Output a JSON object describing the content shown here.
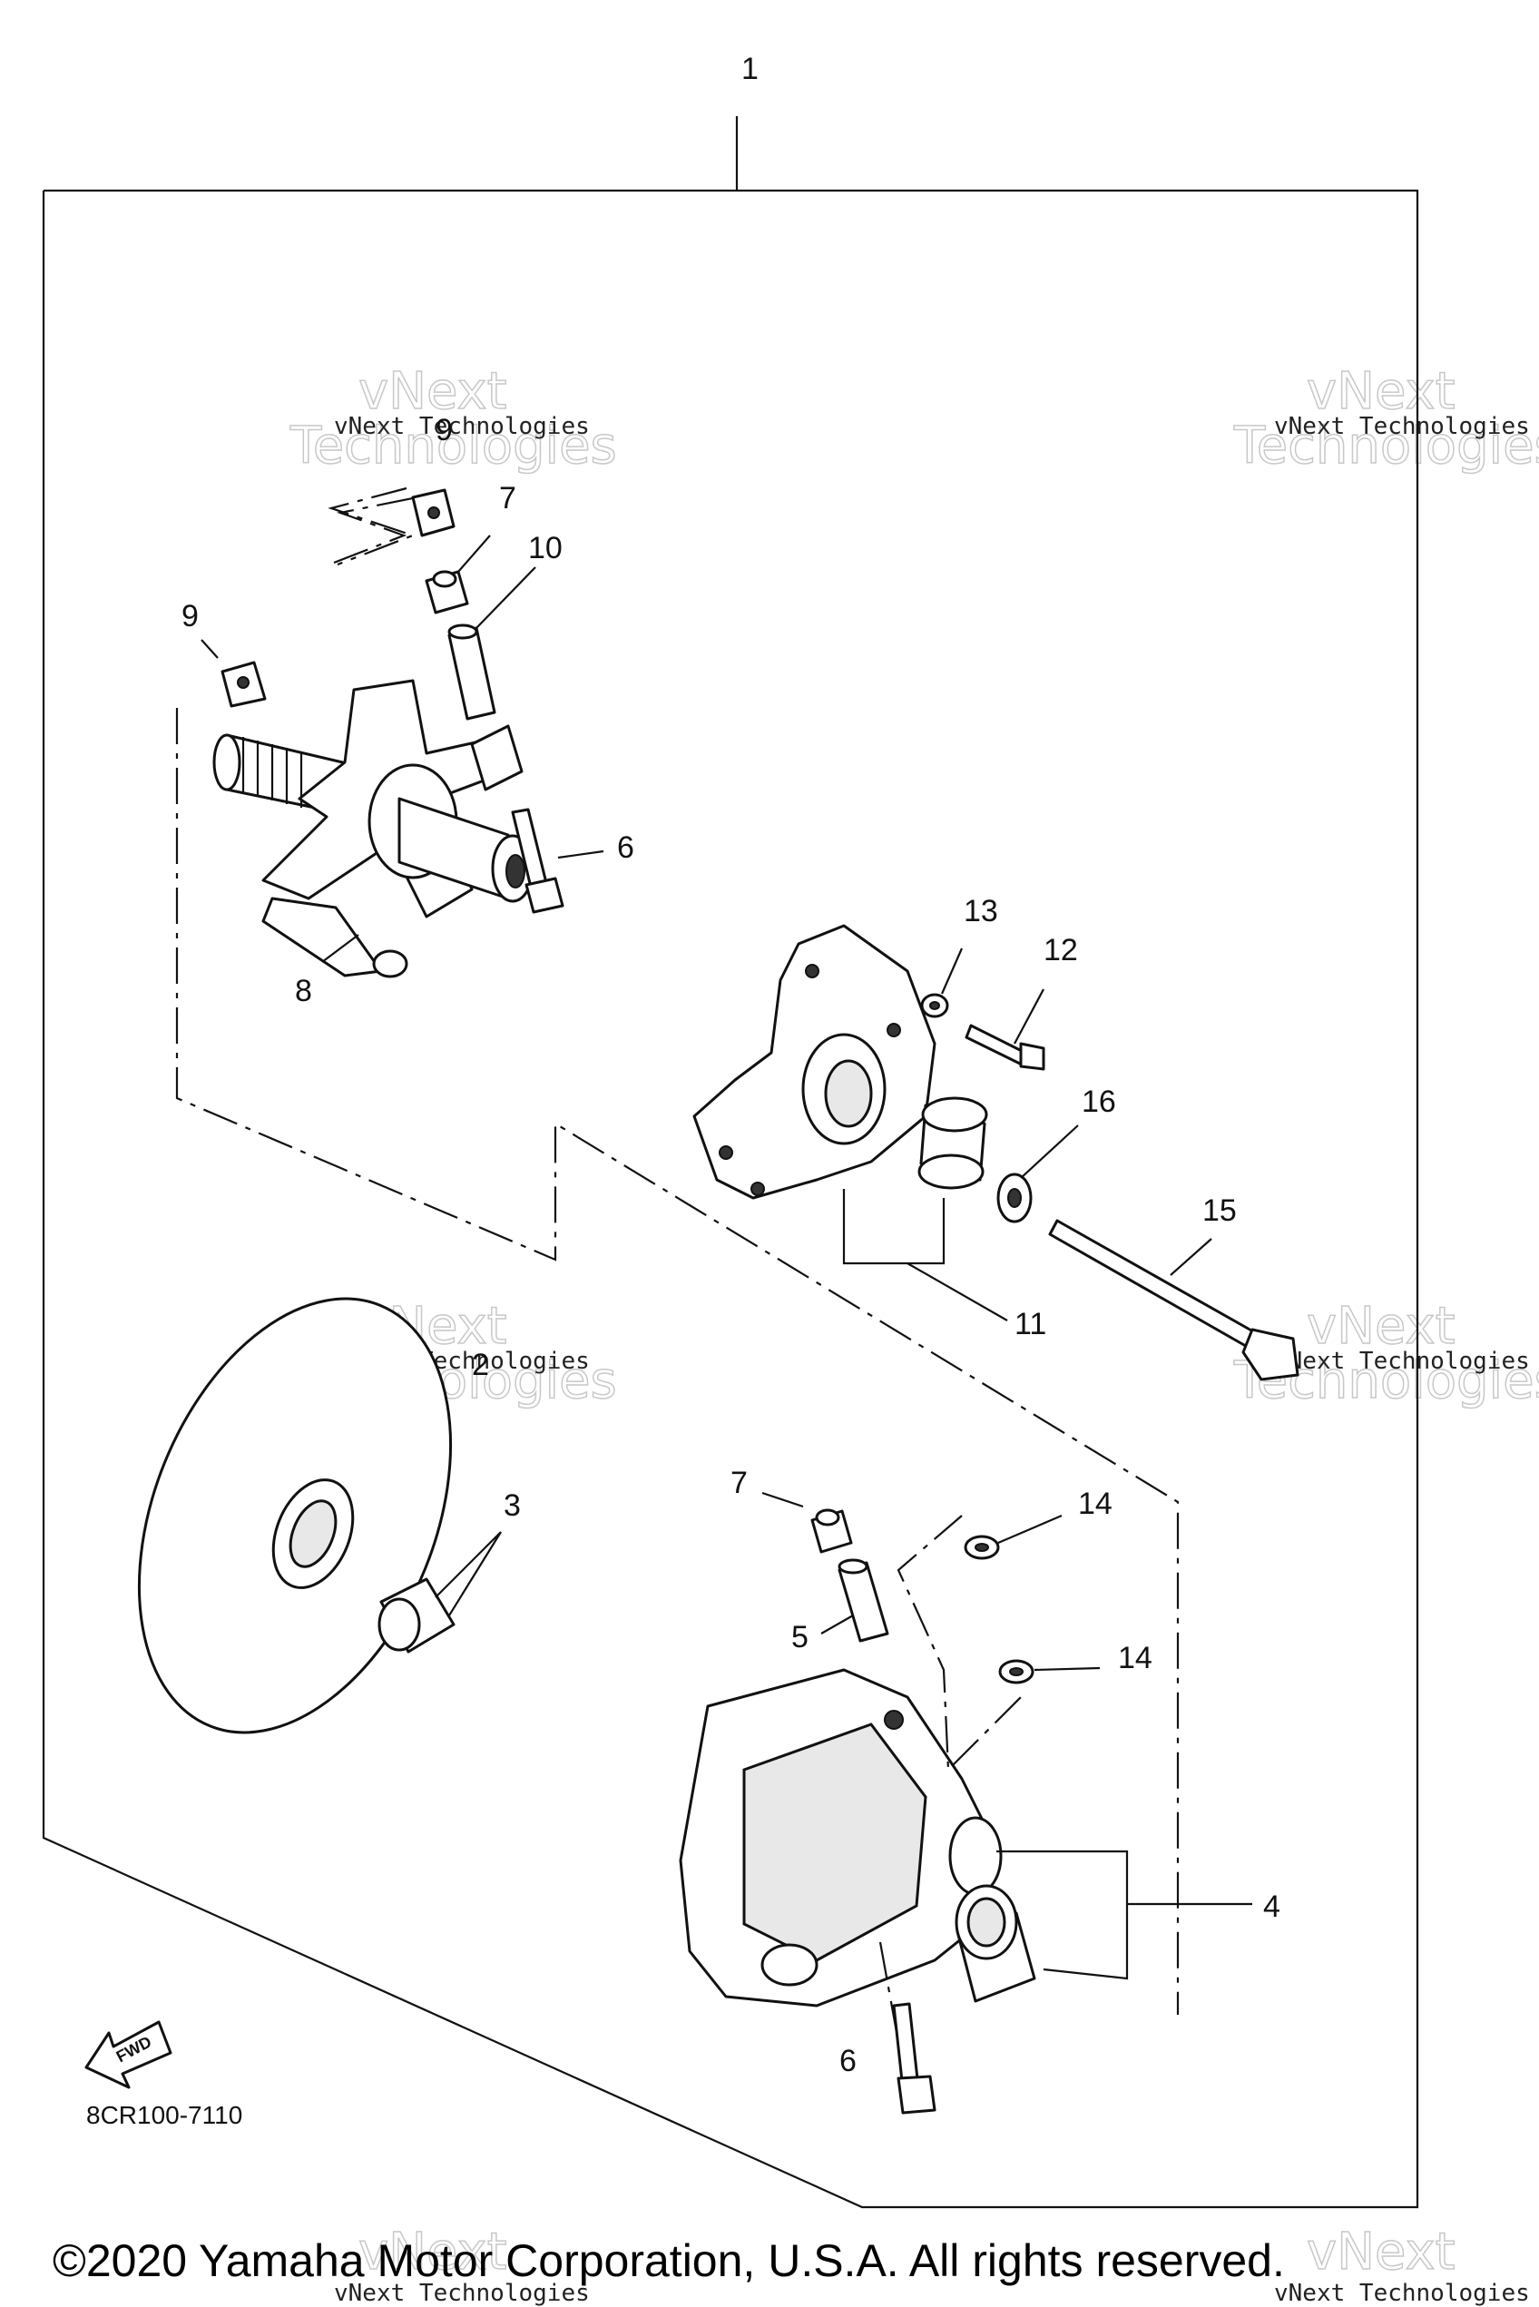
{
  "callouts": {
    "c1": "1",
    "c2": "2",
    "c3": "3",
    "c4": "4",
    "c5": "5",
    "c6a": "6",
    "c6b": "6",
    "c7a": "7",
    "c7b": "7",
    "c8": "8",
    "c9a": "9",
    "c9b": "9",
    "c10": "10",
    "c11": "11",
    "c12": "12",
    "c13": "13",
    "c14a": "14",
    "c14b": "14",
    "c15": "15",
    "c16": "16"
  },
  "watermark": {
    "small": "vNext Technologies",
    "big_top": "vNext",
    "big_bottom": "Technologies"
  },
  "fwd_label": "FWD",
  "drawing_code": "8CR100-7110",
  "copyright": "©2020 Yamaha Motor Corporation, U.S.A. All rights reserved."
}
